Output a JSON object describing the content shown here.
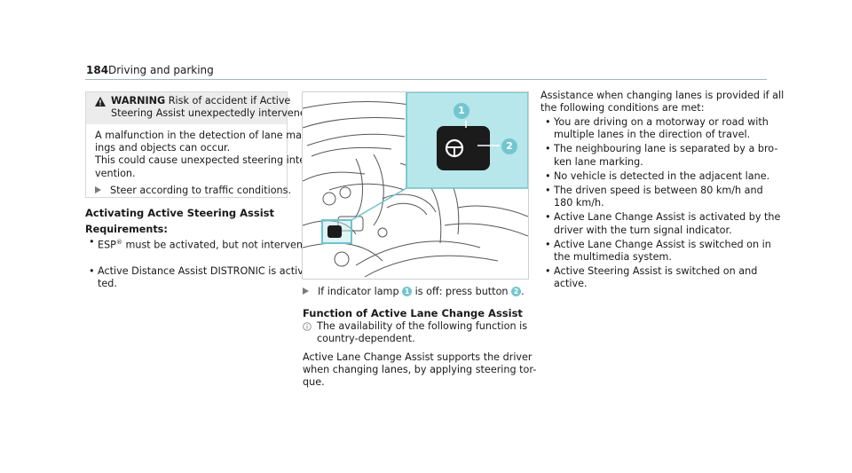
{
  "header": {
    "page_number": "184",
    "section_title": "Driving and parking"
  },
  "warning": {
    "label": "WARNING",
    "title_line1_rest": " Risk of accident if Active",
    "title_line2": "Steering Assist unexpectedly intervenes",
    "body": [
      "A malfunction in the detection of lane mark-",
      "ings and objects can occur.",
      "This could cause unexpected steering inter-",
      "vention."
    ],
    "action": "Steer according to traffic conditions."
  },
  "left_col": {
    "heading": "Activating Active Steering Assist",
    "req_label": "Requirements:",
    "req1_a": "ESP",
    "req1_sup": "®",
    "req1_b": " must be activated, but not intervening.",
    "req2_line1": "Active Distance Assist DISTRONIC is activa-",
    "req2_line2": "ted."
  },
  "figure": {
    "callout1": "1",
    "callout2": "2",
    "accent": "#b7e7ea",
    "callout_color": "#73c6cf"
  },
  "mid_col": {
    "step_a": "If indicator lamp ",
    "step_badge1": "1",
    "step_b": " is off: press button ",
    "step_badge2": "2",
    "step_c": ".",
    "heading": "Function of Active Lane Change Assist",
    "note_line1": "The availability of the following function is",
    "note_line2": "country-dependent.",
    "para": [
      "Active Lane Change Assist supports the driver",
      "when changing lanes, by applying steering tor-",
      "que."
    ]
  },
  "right_col": {
    "intro": [
      "Assistance when changing lanes is provided if all",
      "the following conditions are met:"
    ],
    "bullets": [
      [
        "You are driving on a motorway or road with",
        "multiple lanes in the direction of travel."
      ],
      [
        "The neighbouring lane is separated by a bro-",
        "ken lane marking."
      ],
      [
        "No vehicle is detected in the adjacent lane."
      ],
      [
        "The driven speed is between 80 km/h and",
        "180 km/h."
      ],
      [
        "Active Lane Change Assist is activated by the",
        "driver with the turn signal indicator."
      ],
      [
        "Active Lane Change Assist is switched on in",
        "the multimedia system."
      ],
      [
        "Active Steering Assist is switched on and",
        "active."
      ]
    ]
  }
}
